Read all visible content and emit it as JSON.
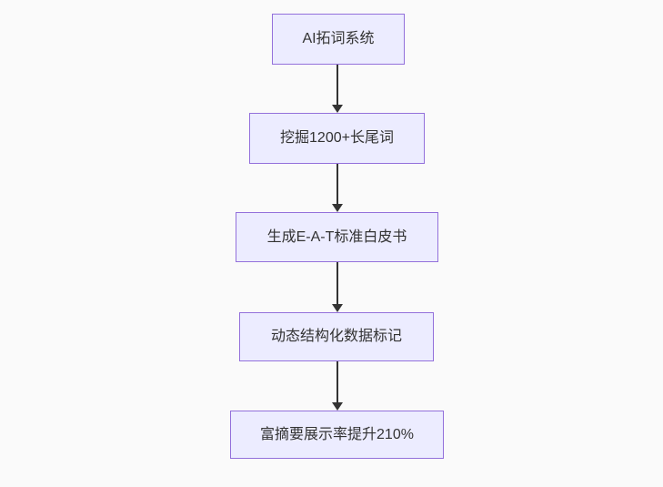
{
  "diagram": {
    "type": "flowchart-top-down",
    "nodes": [
      {
        "id": "A",
        "label": "AI拓词系统"
      },
      {
        "id": "B",
        "label": "挖掘1200+长尾词"
      },
      {
        "id": "C",
        "label": "生成E-A-T标准白皮书"
      },
      {
        "id": "D",
        "label": "动态结构化数据标记"
      },
      {
        "id": "E",
        "label": "富摘要展示率提升210%"
      }
    ],
    "edges": [
      {
        "from": "A",
        "to": "B"
      },
      {
        "from": "B",
        "to": "C"
      },
      {
        "from": "C",
        "to": "D"
      },
      {
        "from": "D",
        "to": "E"
      }
    ],
    "colors": {
      "background": "#fafafa",
      "node_fill": "#ececff",
      "node_border": "#9370db",
      "text": "#333333",
      "arrow": "#333333"
    }
  }
}
